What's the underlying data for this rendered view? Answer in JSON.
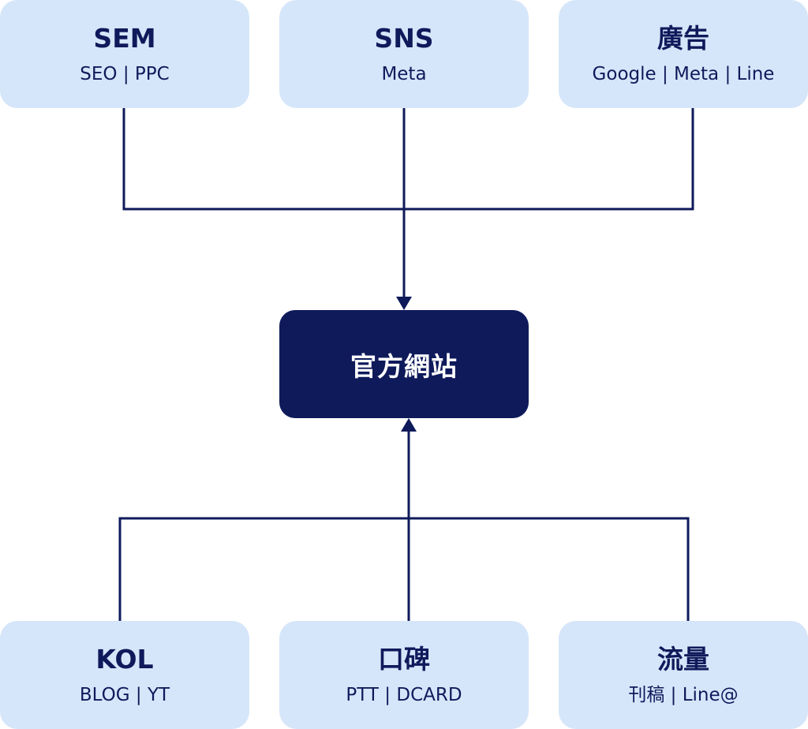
{
  "colors": {
    "node_bg": "#d6e6fa",
    "hub_bg": "#0f1a5b",
    "text": "#0f1a5b",
    "line": "#0f1a5b"
  },
  "top_nodes": [
    {
      "title": "SEM",
      "subtitle": "SEO | PPC"
    },
    {
      "title": "SNS",
      "subtitle": "Meta"
    },
    {
      "title": "廣告",
      "subtitle": "Google | Meta | Line"
    }
  ],
  "hub": {
    "title": "官方網站"
  },
  "bottom_nodes": [
    {
      "title": "KOL",
      "subtitle": "BLOG | YT"
    },
    {
      "title": "口碑",
      "subtitle": "PTT | DCARD"
    },
    {
      "title": "流量",
      "subtitle": "刊稿 | Line@"
    }
  ]
}
